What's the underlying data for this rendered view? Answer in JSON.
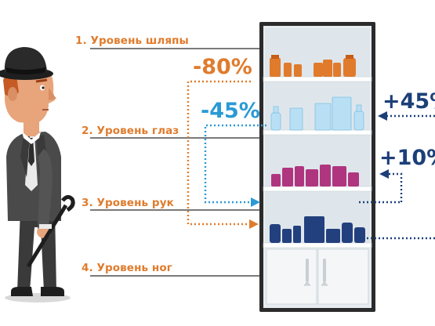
{
  "levels": [
    {
      "label": "1. Уровень шляпы"
    },
    {
      "label": "2. Уровень глаз"
    },
    {
      "label": "3. Уровень рук"
    },
    {
      "label": "4. Уровень ног"
    }
  ],
  "changes": {
    "hat_to_hands": "-80%",
    "eyes_to_hands": "-45%",
    "to_eyes": "+45%",
    "to_hands": "+10%"
  },
  "colors": {
    "orange": "#e07b2c",
    "light_blue": "#2a9ad5",
    "navy": "#1c3f78",
    "magenta": "#b0357f",
    "shelf_frame": "#2b2b2b"
  },
  "icons": [
    "man-in-bowler-hat-illustration",
    "shelf-unit",
    "dotted-arrow"
  ]
}
